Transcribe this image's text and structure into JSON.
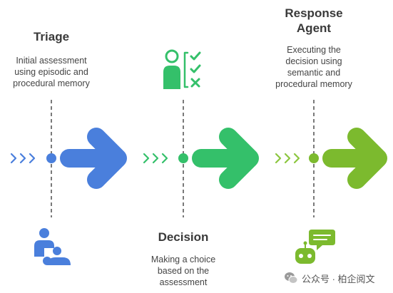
{
  "stages": [
    {
      "title": "Triage",
      "description": [
        "Initial assessment",
        "using episodic and",
        "procedural memory"
      ],
      "icon": "parent-child-icon",
      "color": "#4a7fdc"
    },
    {
      "title": "Decision",
      "description": [
        "Making a choice",
        "based on the",
        "assessment"
      ],
      "icon": "person-checklist-icon",
      "color": "#34c06a"
    },
    {
      "title": [
        "Response",
        "Agent"
      ],
      "description": [
        "Executing the",
        "decision using",
        "semantic and",
        "procedural memory"
      ],
      "icon": "robot-chat-icon",
      "color": "#7cba2e"
    }
  ],
  "watermark": {
    "text": "公众号 · 柏企阅文",
    "icon": "wechat-icon"
  }
}
